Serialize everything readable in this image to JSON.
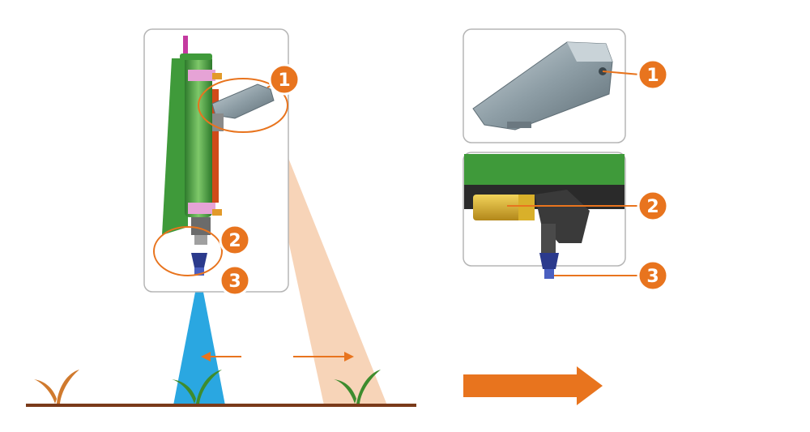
{
  "colors": {
    "accent_orange": "#e8741e",
    "boom_green": "#3f9a3a",
    "nozzle_blue": "#2b3a8c",
    "spray_blue": "#2aa7e1",
    "sensor_beam": "#f6cfb0",
    "sensor_grey": "#8e9ea6",
    "soil_brown": "#7a3a1a",
    "dead_plant": "#d07a2e",
    "live_plant": "#3e8c2e",
    "valve_brass": "#d9b02a",
    "panel_border": "#b5b5b5"
  },
  "icons": [
    "detection-sensor-icon",
    "valve-icon",
    "nozzle-icon",
    "plant-icon",
    "direction-arrow-icon"
  ],
  "callouts": {
    "side_view": [
      {
        "label": "1"
      },
      {
        "label": "2"
      },
      {
        "label": "3"
      }
    ],
    "detail_views": [
      {
        "label": "1"
      },
      {
        "label": "2"
      },
      {
        "label": "3"
      }
    ]
  }
}
